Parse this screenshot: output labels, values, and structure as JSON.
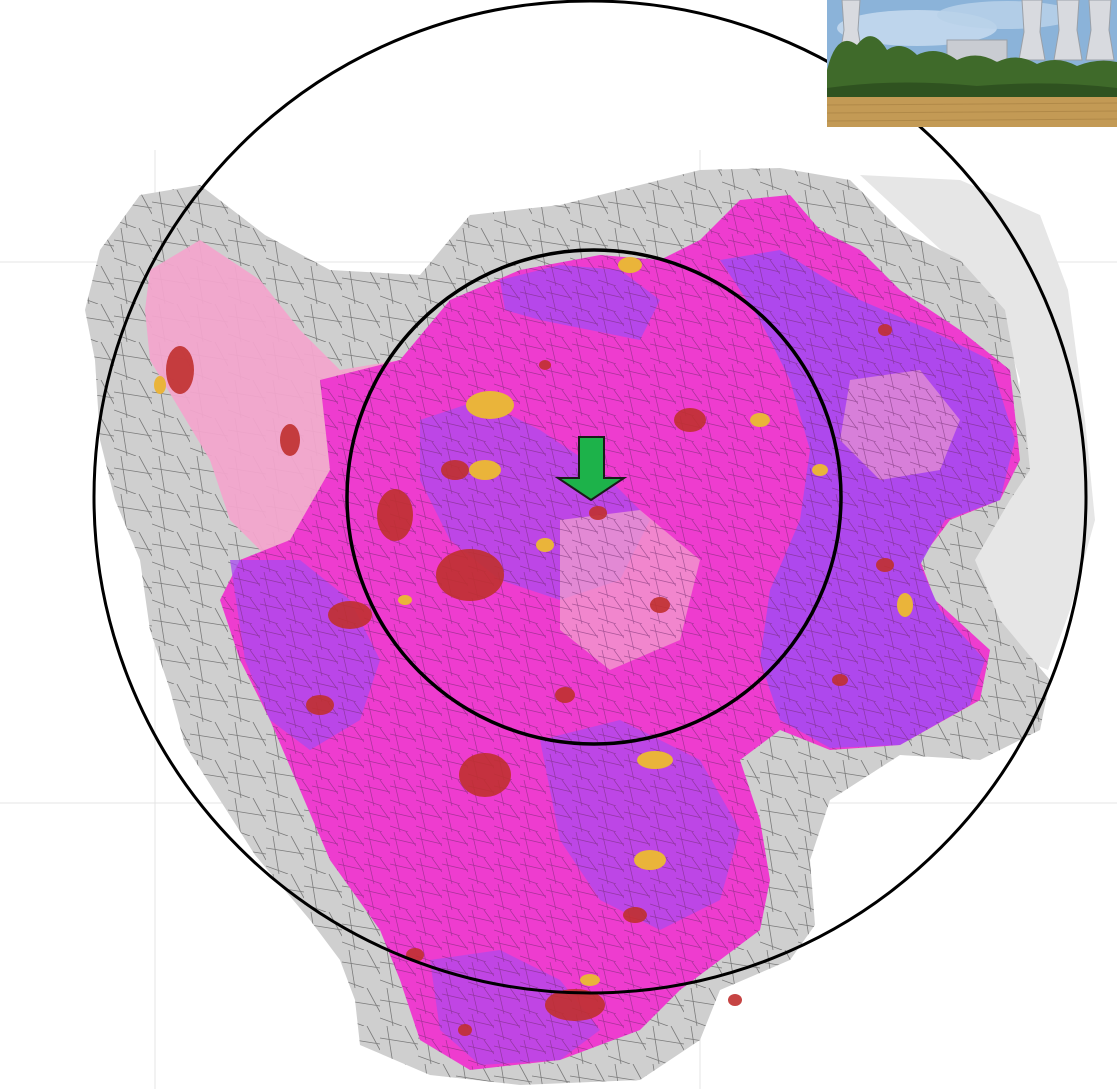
{
  "map": {
    "colors": {
      "background": "#ffffff",
      "gridline": "#e4e4e4",
      "basemap_gray": "#8a8a8a",
      "basemap_light": "#d9d9d9",
      "sea_gray": "#e6e6e6",
      "zone_pink": "#ee3ccf",
      "zone_light_pink": "#f2a5cc",
      "zone_purple": "#a84af0",
      "urban_red": "#c0302f",
      "zone_yellow": "#eab43a",
      "ring_outline": "#000000",
      "marker_arrow": "#1db24a"
    },
    "rings": [
      "outer-radius-ring",
      "inner-radius-ring"
    ],
    "marker": {
      "icon": "down-arrow-icon",
      "color": "#1db24a"
    }
  },
  "inset_photo": {
    "subject": "power-station-with-cooling-towers-over-field",
    "colors": {
      "sky": "#8bb3d9",
      "trees": "#3f6a2a",
      "field": "#c39a55",
      "towers": "#d8dadf"
    }
  }
}
